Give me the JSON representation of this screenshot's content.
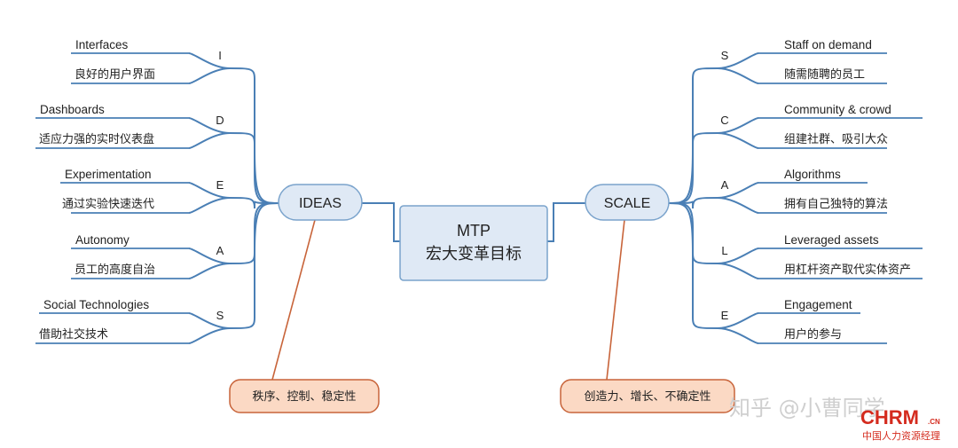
{
  "center": {
    "line1": "MTP",
    "line2": "宏大变革目标"
  },
  "left": {
    "hub": "IDEAS",
    "note": "秩序、控制、稳定性",
    "items": [
      {
        "letter": "I",
        "en": "Interfaces",
        "zh": "良好的用户界面"
      },
      {
        "letter": "D",
        "en": "Dashboards",
        "zh": "适应力强的实时仪表盘"
      },
      {
        "letter": "E",
        "en": "Experimentation",
        "zh": "通过实验快速迭代"
      },
      {
        "letter": "A",
        "en": "Autonomy",
        "zh": "员工的高度自治"
      },
      {
        "letter": "S",
        "en": "Social Technologies",
        "zh": "借助社交技术"
      }
    ]
  },
  "right": {
    "hub": "SCALE",
    "note": "创造力、增长、不确定性",
    "items": [
      {
        "letter": "S",
        "en": "Staff on demand",
        "zh": "随需随聘的员工"
      },
      {
        "letter": "C",
        "en": "Community & crowd",
        "zh": "组建社群、吸引大众"
      },
      {
        "letter": "A",
        "en": "Algorithms",
        "zh": "拥有自己独特的算法"
      },
      {
        "letter": "L",
        "en": "Leveraged assets",
        "zh": "用杠杆资产取代实体资产"
      },
      {
        "letter": "E",
        "en": "Engagement",
        "zh": "用户的参与"
      }
    ]
  },
  "watermark": {
    "zhihu": "知乎 @小曹同学",
    "logo": "CHRM",
    "logo_suffix": ".CN",
    "logo_sub": "中国人力资源经理"
  },
  "colors": {
    "line": "#4a7fb5",
    "node_fill": "#dfe9f5",
    "note_fill": "#fbd9c4",
    "note_stroke": "#c8643a",
    "logo": "#d42b1e"
  }
}
